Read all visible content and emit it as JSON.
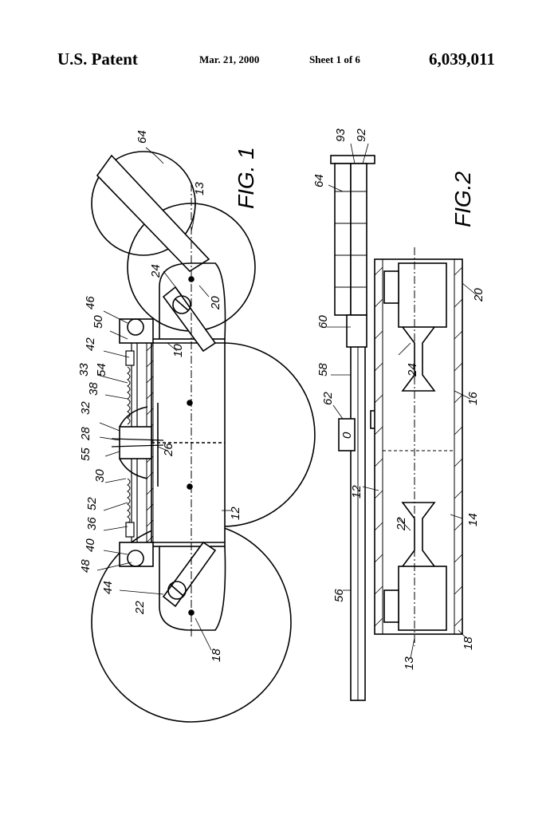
{
  "header": {
    "patent_label": "U.S. Patent",
    "date": "Mar. 21, 2000",
    "sheet": "Sheet 1 of 6",
    "patent_number": "6,039,011"
  },
  "figures": {
    "fig1_label": "FIG. 1",
    "fig2_label": "FIG.2"
  },
  "fig1_refs": {
    "r64": "64",
    "r13": "13",
    "r24": "24",
    "r20": "20",
    "r46": "46",
    "r50": "50",
    "r42": "42",
    "r10": "10",
    "r33": "33",
    "r54": "54",
    "r38": "38",
    "r32": "32",
    "r28": "28",
    "r55": "55",
    "r30": "30",
    "r26": "26",
    "r52": "52",
    "r36": "36",
    "r40": "40",
    "r48": "48",
    "r44": "44",
    "r22": "22",
    "r12": "12",
    "r18": "18"
  },
  "fig2_refs": {
    "r64": "64",
    "r93": "93",
    "r92": "92",
    "r60": "60",
    "r58": "58",
    "r62": "62",
    "r24": "24",
    "r16": "16",
    "r20": "20",
    "r12": "12",
    "r22": "22",
    "r14": "14",
    "r56": "56",
    "r13": "13",
    "r18": "18",
    "r0": "0"
  }
}
